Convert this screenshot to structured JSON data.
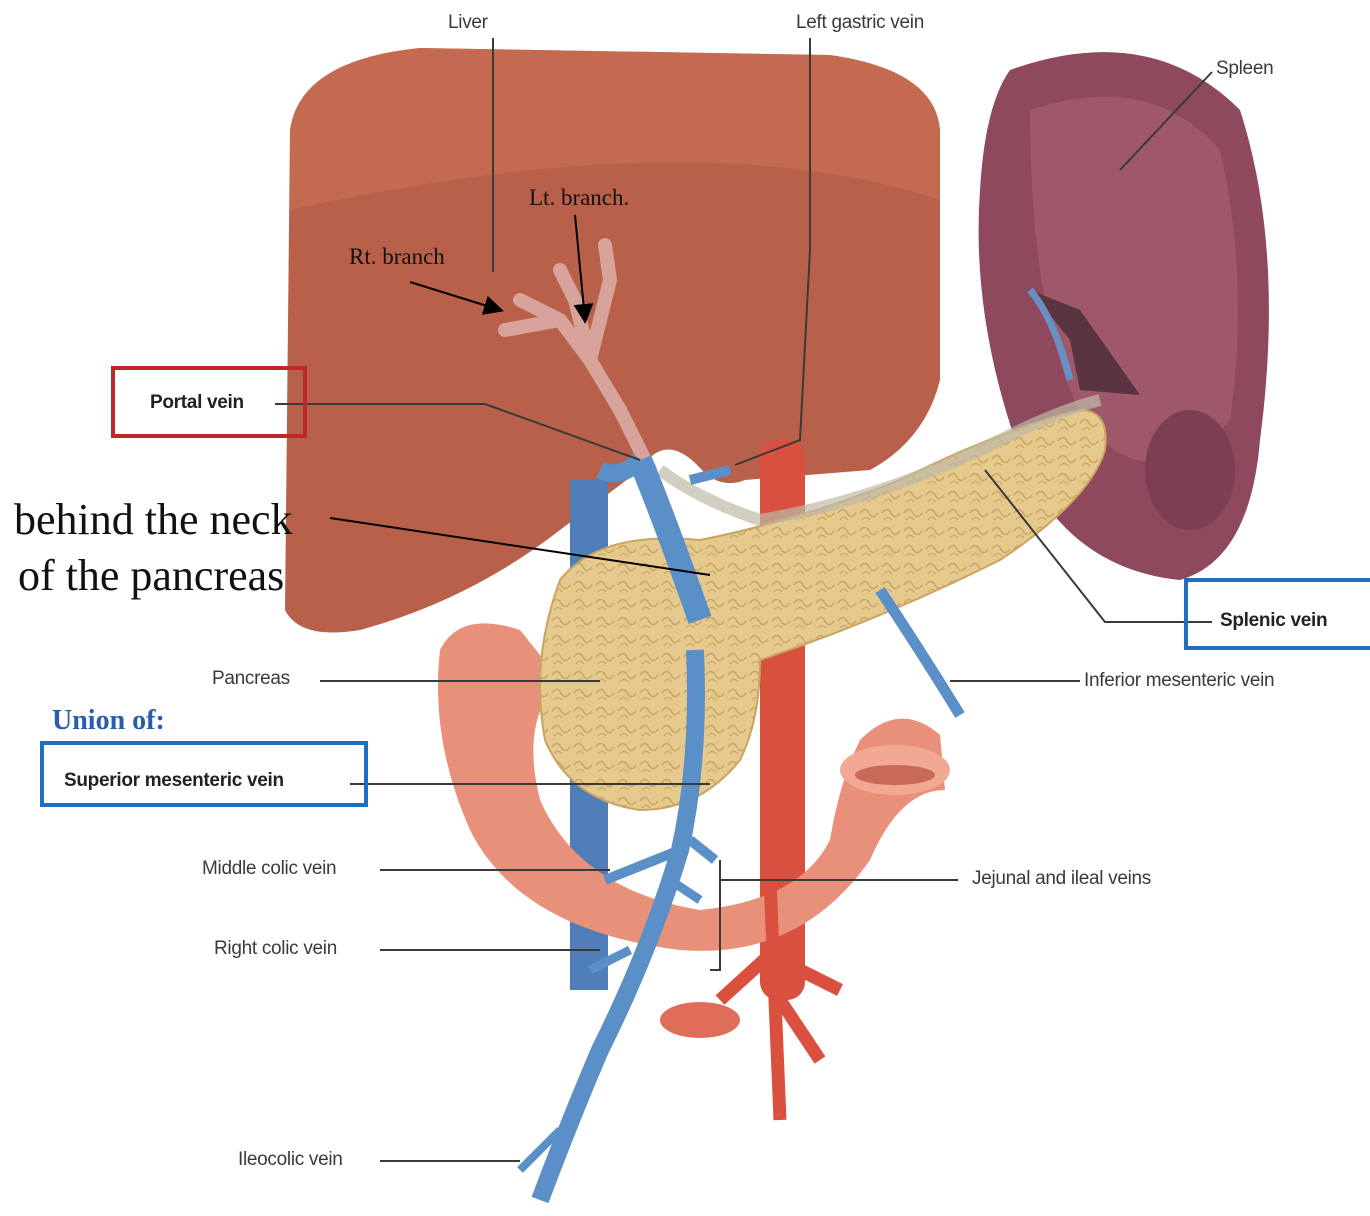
{
  "labels": {
    "liver": "Liver",
    "left_gastric_vein": "Left gastric vein",
    "spleen": "Spleen",
    "rt_branch": "Rt. branch",
    "lt_branch": "Lt. branch.",
    "portal_vein": "Portal vein",
    "neck_line1": "behind the neck",
    "neck_line2": "of the pancreas",
    "splenic_vein": "Splenic vein",
    "pancreas": "Pancreas",
    "inferior_mesenteric_vein": "Inferior mesenteric vein",
    "union_of": "Union of:",
    "superior_mesenteric_vein": "Superior mesenteric vein",
    "middle_colic_vein": "Middle colic vein",
    "jejunal_ileal_veins": "Jejunal and ileal veins",
    "right_colic_vein": "Right colic vein",
    "ileocolic_vein": "Ileocolic vein"
  },
  "colors": {
    "liver": "#b8604a",
    "spleen": "#8e4a5c",
    "pancreas": "#e6c98c",
    "vein": "#5b8fc7",
    "artery": "#d9503e",
    "intestine": "#e9907a",
    "portal_box": "#c0272d",
    "blue_box": "#1f6fc0",
    "union_text": "#2a5ea8"
  }
}
